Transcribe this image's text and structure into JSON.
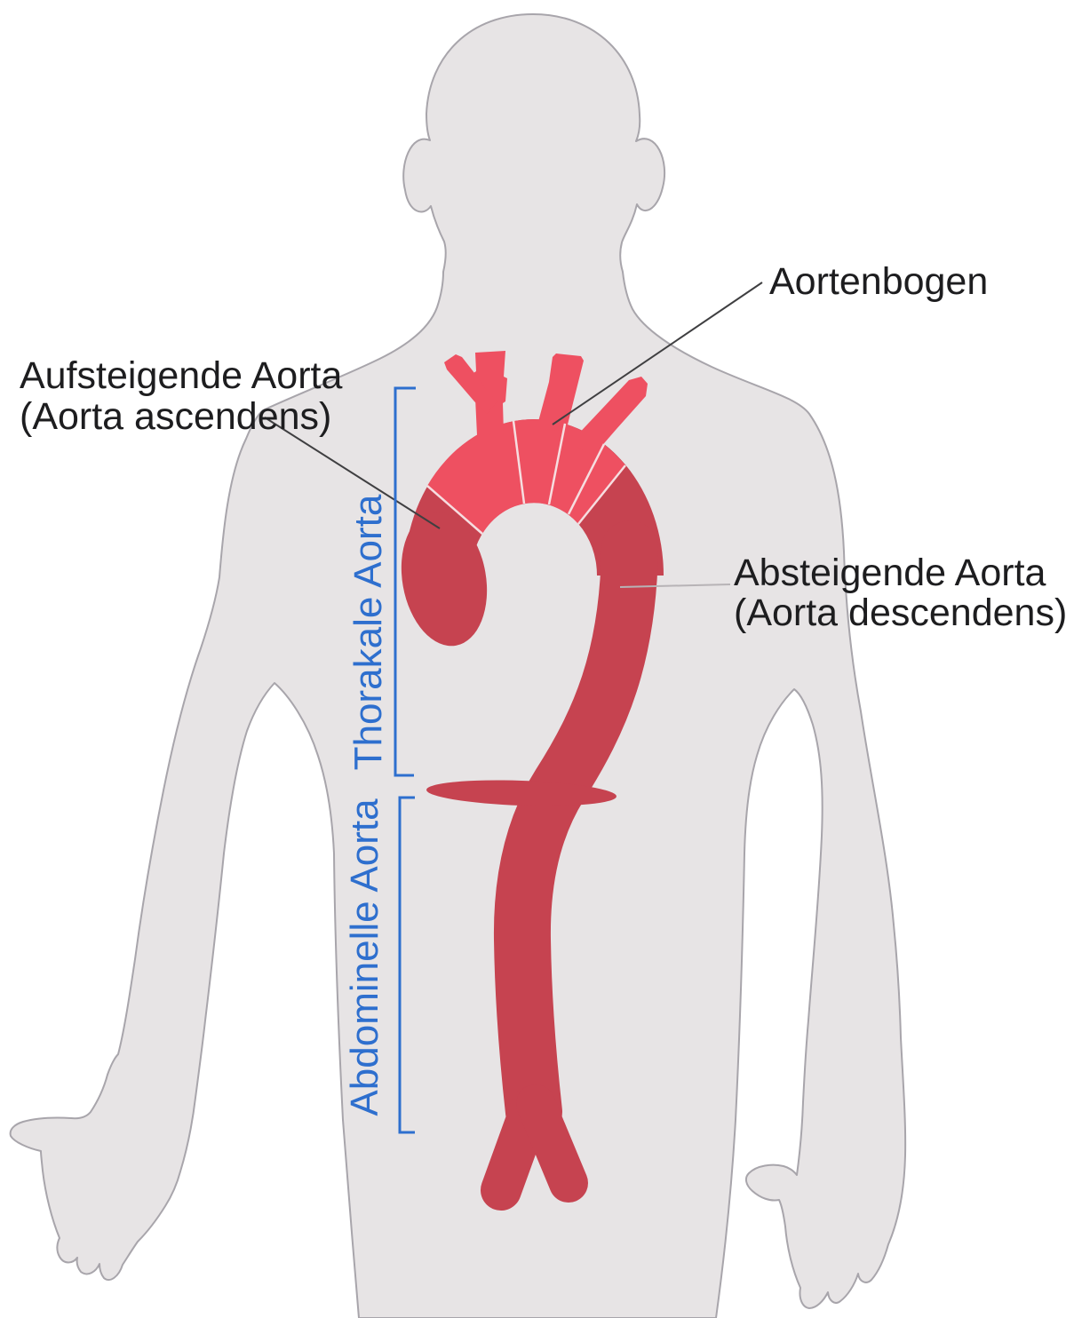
{
  "labels": {
    "aortenbogen": "Aortenbogen",
    "aufsteigende": {
      "line1": "Aufsteigende Aorta",
      "line2": "(Aorta ascendens)"
    },
    "absteigende": {
      "line1": "Absteigende Aorta",
      "line2": "(Aorta descendens)"
    },
    "thorakale": "Thorakale Aorta",
    "abdominelle": "Abdominelle Aorta"
  },
  "colors": {
    "background": "#ffffff",
    "body_fill": "#e7e4e5",
    "body_outline": "#a8a5ab",
    "aorta_dark": "#c64350",
    "aorta_light": "#ee5061",
    "separator": "#f6dde0",
    "bracket_blue": "#2e6fce",
    "label_text": "#1d1d1f",
    "leader_dark": "#3f3f41",
    "leader_light": "#b7b3b6"
  }
}
